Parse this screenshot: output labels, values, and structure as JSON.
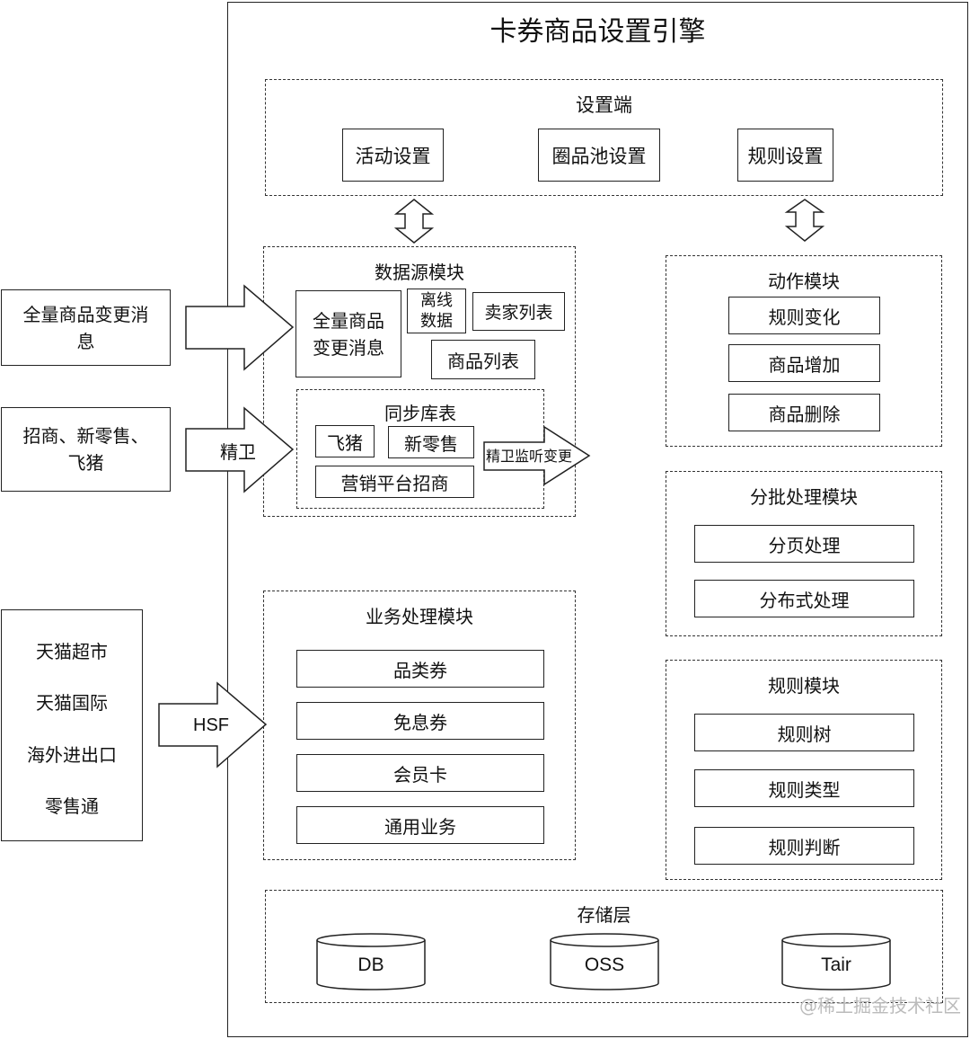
{
  "engine": {
    "title": "卡券商品设置引擎"
  },
  "settings": {
    "title": "设置端",
    "items": [
      "活动设置",
      "圈品池设置",
      "规则设置"
    ]
  },
  "datasource": {
    "title": "数据源模块",
    "full_msg": [
      "全量商品",
      "变更消息"
    ],
    "offline": [
      "离线",
      "数据"
    ],
    "seller_list": "卖家列表",
    "item_list": "商品列表",
    "sync": {
      "title": "同步库表",
      "items": [
        "飞猪",
        "新零售",
        "营销平台招商"
      ]
    },
    "listen_arrow": "精卫监听变更"
  },
  "action": {
    "title": "动作模块",
    "items": [
      "规则变化",
      "商品增加",
      "商品删除"
    ]
  },
  "batch": {
    "title": "分批处理模块",
    "items": [
      "分页处理",
      "分布式处理"
    ]
  },
  "rule": {
    "title": "规则模块",
    "items": [
      "规则树",
      "规则类型",
      "规则判断"
    ]
  },
  "business": {
    "title": "业务处理模块",
    "items": [
      "品类券",
      "免息券",
      "会员卡",
      "通用业务"
    ]
  },
  "storage": {
    "title": "存储层",
    "items": [
      "DB",
      "OSS",
      "Tair"
    ]
  },
  "external": {
    "full_change": [
      "全量商品变更消",
      "息"
    ],
    "merchants": [
      "招商、新零售、",
      "飞猪"
    ],
    "channels": [
      "天猫超市",
      "天猫国际",
      "海外进出口",
      "零售通"
    ]
  },
  "arrows": {
    "jingwei": "精卫",
    "hsf": "HSF"
  },
  "watermark": "@稀土掘金技术社区"
}
